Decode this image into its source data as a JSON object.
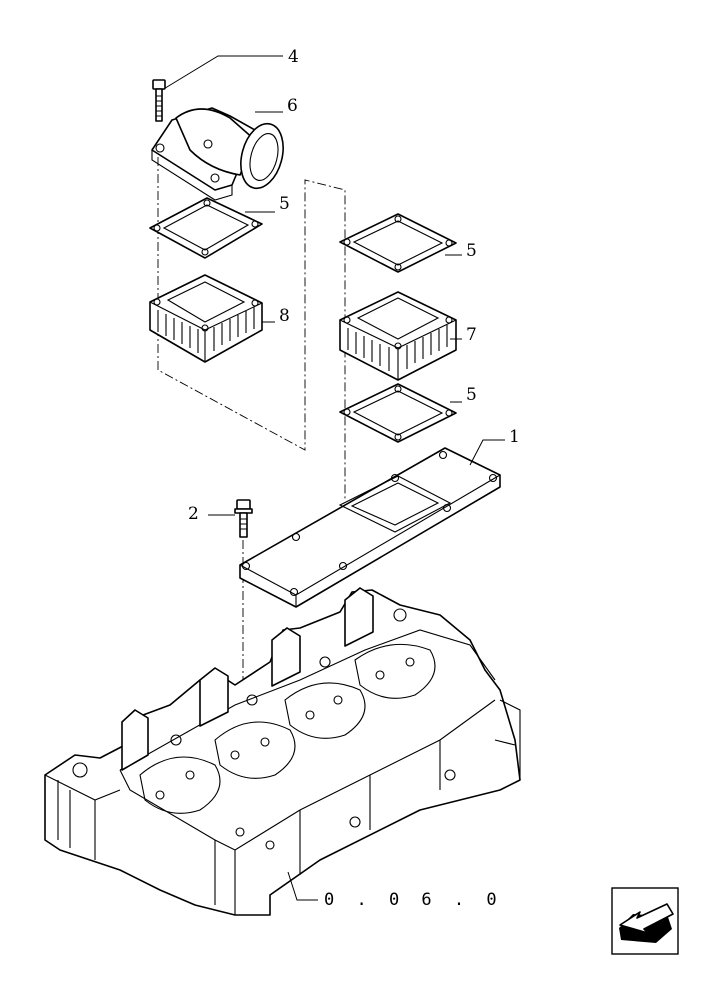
{
  "callouts": {
    "c1": "1",
    "c2": "2",
    "c4": "4",
    "c5a": "5",
    "c5b": "5",
    "c5c": "5",
    "c6": "6",
    "c7": "7",
    "c8": "8"
  },
  "reference": "0 . 0 6 . 0",
  "nav": {
    "icon": "arrow-back-icon"
  }
}
